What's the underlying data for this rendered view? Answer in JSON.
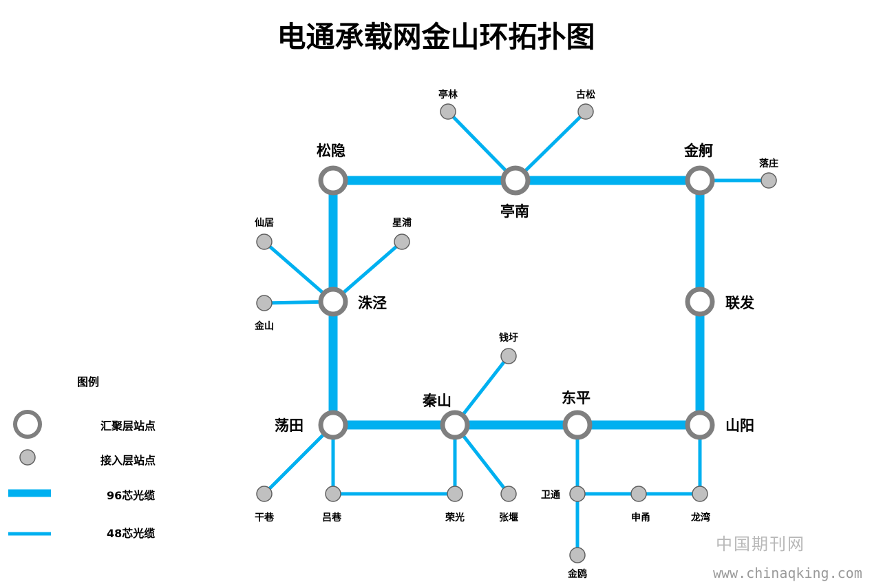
{
  "title": "电通承载网金山环拓扑图",
  "colors": {
    "cable": "#00b0f0",
    "major_ring": "#7f7f7f",
    "minor_fill": "#c0c0c0",
    "minor_stroke": "#606060"
  },
  "nodes": {
    "songyin": "松隐",
    "tingnan": "亭南",
    "jinshe": "金舸",
    "zhujing": "洙泾",
    "lianfa": "联发",
    "dangtian": "荡田",
    "qinshan": "秦山",
    "dongping": "东平",
    "shanyang": "山阳",
    "tinglin": "亭林",
    "gusong": "古松",
    "luozhuang": "落庄",
    "xianju": "仙居",
    "xingpu": "星浦",
    "jinshan": "金山",
    "qianyu": "钱圩",
    "ganxiang": "干巷",
    "lvxiang": "吕巷",
    "rongguang": "荣光",
    "zhangyan": "张堰",
    "weitong": "卫通",
    "shenyong": "申甬",
    "longwan": "龙湾",
    "jinou": "金鸥"
  },
  "legend": {
    "title": "图例",
    "major": "汇聚层站点",
    "minor": "接入层站点",
    "cable96": "96芯光缆",
    "cable48": "48芯光缆"
  },
  "watermark": {
    "cn": "中国期刊网",
    "url": "www.chinaqking.com"
  }
}
